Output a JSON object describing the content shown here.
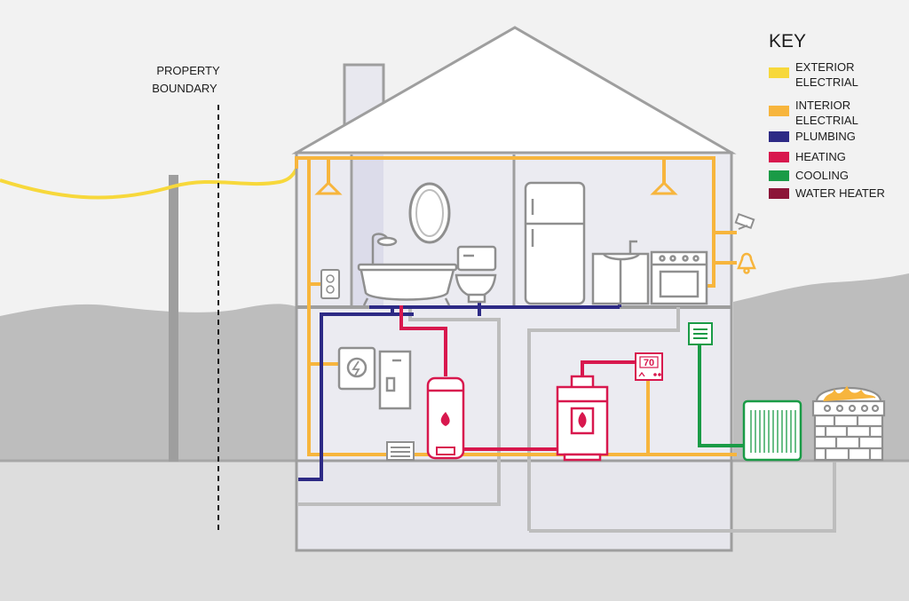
{
  "boundary": {
    "line1": "PROPERTY",
    "line2": "BOUNDARY"
  },
  "key": {
    "title": "KEY",
    "items": [
      {
        "line1": "EXTERIOR",
        "line2": "ELECTRIAL",
        "color": "#f7d83b"
      },
      {
        "line1": "INTERIOR",
        "line2": "ELECTRIAL",
        "color": "#f7b53d"
      },
      {
        "line1": "PLUMBING",
        "line2": "",
        "color": "#2d2a85"
      },
      {
        "line1": "HEATING",
        "line2": "",
        "color": "#d8184e"
      },
      {
        "line1": "COOLING",
        "line2": "",
        "color": "#1a9b46"
      },
      {
        "line1": "WATER HEATER",
        "line2": "",
        "color": "#8c1538"
      }
    ]
  },
  "thermostat": {
    "reading": "70"
  }
}
